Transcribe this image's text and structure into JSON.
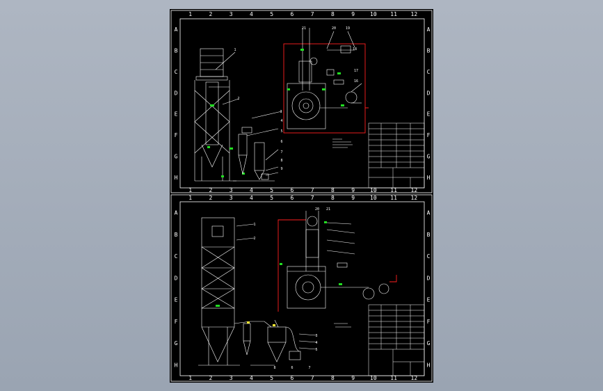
{
  "background_color": "#9ba5b3",
  "drawing_background": "#000000",
  "colors": {
    "frame": "#ffffff",
    "red_line": "#ff2020",
    "green_mark": "#22dd22",
    "yellow_mark": "#ffee33"
  },
  "sheets": [
    {
      "name": "upper-sheet",
      "top_ruler": [
        "1",
        "2",
        "3",
        "4",
        "5",
        "6",
        "7",
        "8",
        "9",
        "10",
        "11",
        "12"
      ],
      "row_letters": [
        "A",
        "B",
        "C",
        "D",
        "E",
        "F",
        "G",
        "H"
      ],
      "part_callouts": [
        "1",
        "2",
        "3",
        "4",
        "5",
        "6",
        "7",
        "8",
        "9",
        "16",
        "17",
        "18",
        "19",
        "20",
        "21"
      ]
    },
    {
      "name": "lower-sheet",
      "top_ruler": [
        "1",
        "2",
        "3",
        "4",
        "5",
        "6",
        "7",
        "8",
        "9",
        "10",
        "11",
        "12"
      ],
      "row_letters": [
        "A",
        "B",
        "C",
        "D",
        "E",
        "F",
        "G",
        "H"
      ],
      "part_callouts": [
        "1",
        "2",
        "3",
        "4",
        "5",
        "6",
        "7",
        "8",
        "20",
        "21"
      ]
    }
  ],
  "icons": [
    "drawing-sheet",
    "title-block",
    "cyclone-separator",
    "drying-tower",
    "fan-blower"
  ]
}
